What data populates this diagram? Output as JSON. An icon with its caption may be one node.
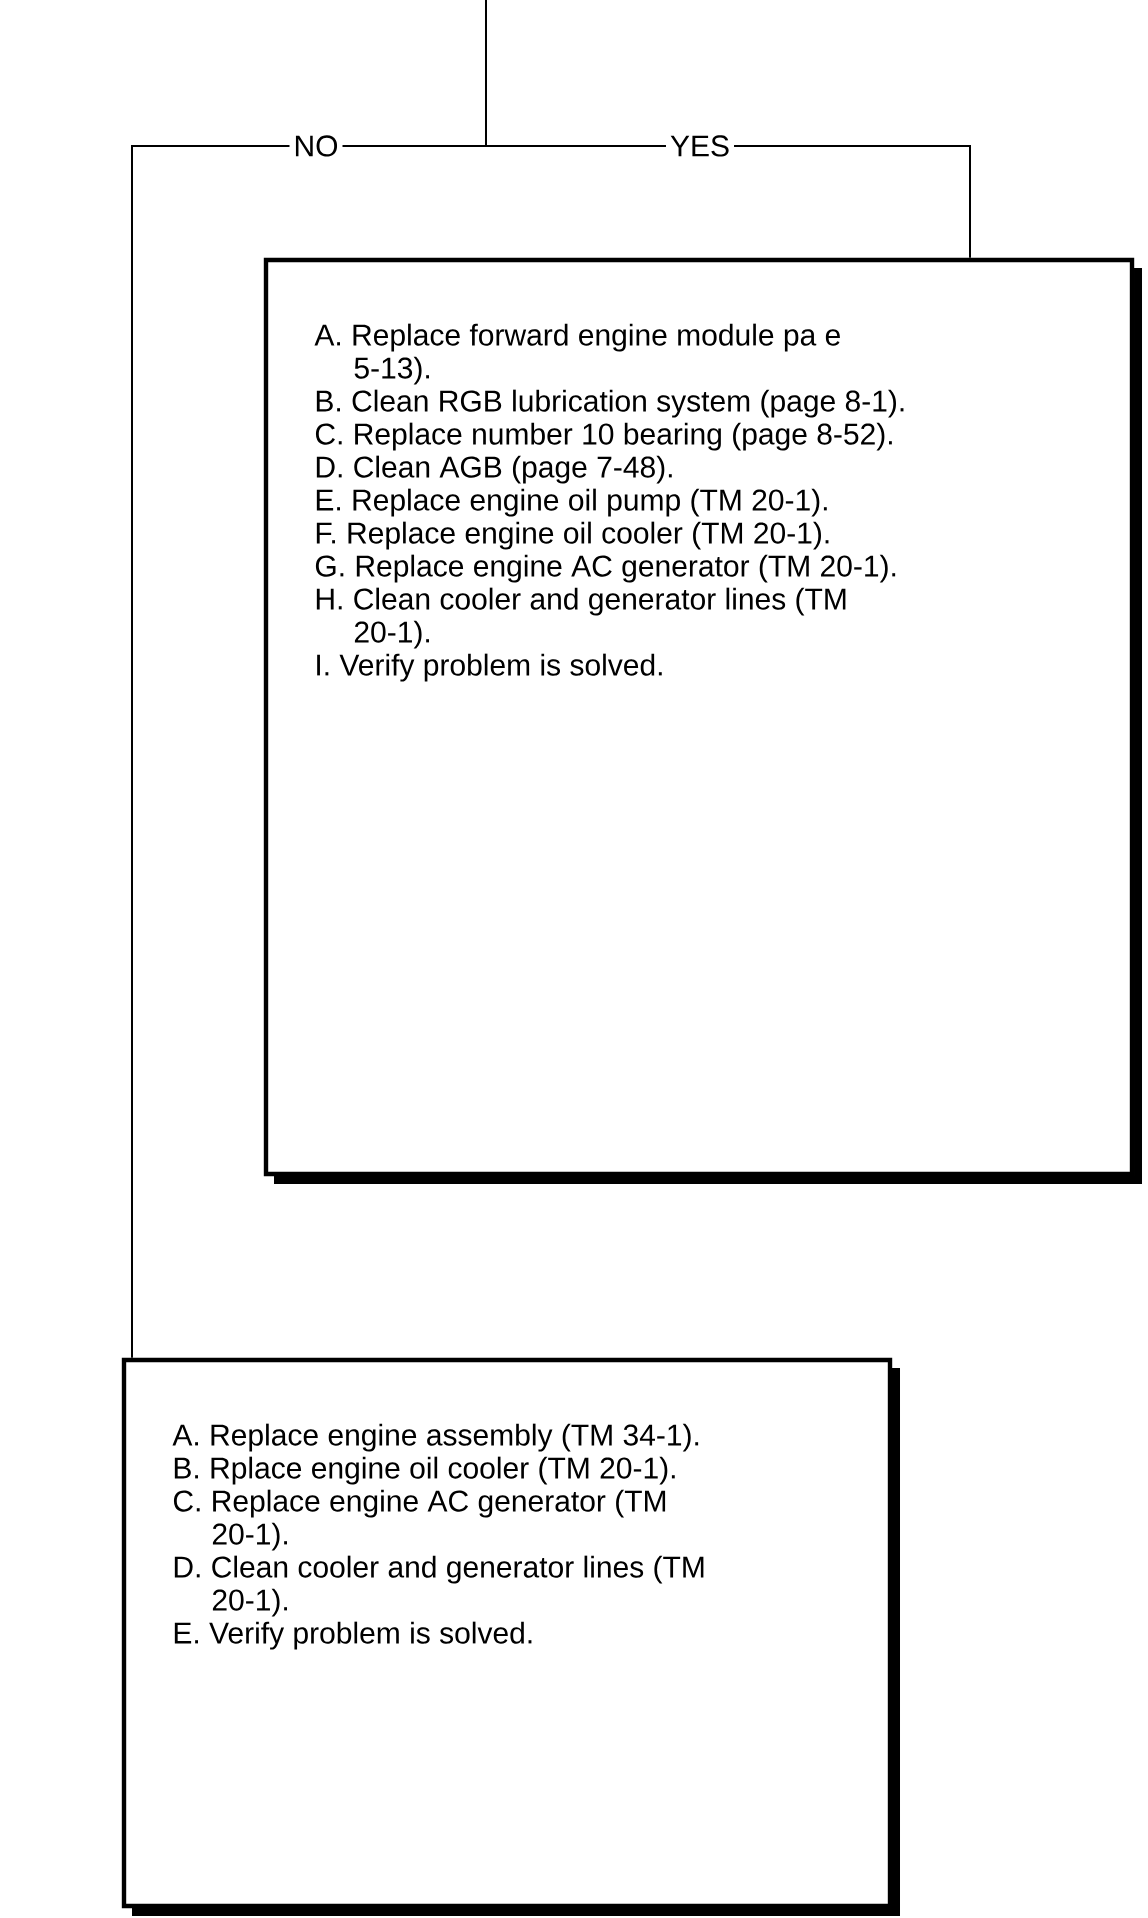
{
  "diagram": {
    "nodes": [
      {
        "text": [
          "A. Replace forward engine module pa e 5-13).",
          "B. Clean RGB lubrication system (page 8-1).",
          "C. Replace number 10 bearing (page 8-52).",
          "D. Clean AGB (page 7-48).",
          "E. Replace engine oil pump (TM 20-1).",
          "F. Replace engine oil cooler (TM 20-1).",
          "G. Replace engine AC generator (TM 20-1).",
          "H. Clean cooler and generator lines (TM 20-1).",
          "I. Verify problem is solved."
        ]
      },
      {
        "text": [
          "A. Replace engine assembly (TM 34-1).",
          "B. Rplace engine oil cooler (TM 20-1).",
          "C. Replace engine AC generator (TM 20-1).",
          "D. Clean cooler and generator lines (TM 20-1).",
          "E. Verify problem is solved."
        ]
      }
    ],
    "edges": [
      {
        "from": null,
        "to": 0,
        "arrow": "none",
        "label": "YES"
      },
      {
        "from": null,
        "to": 1,
        "arrow": "none",
        "label": "NO"
      }
    ]
  }
}
